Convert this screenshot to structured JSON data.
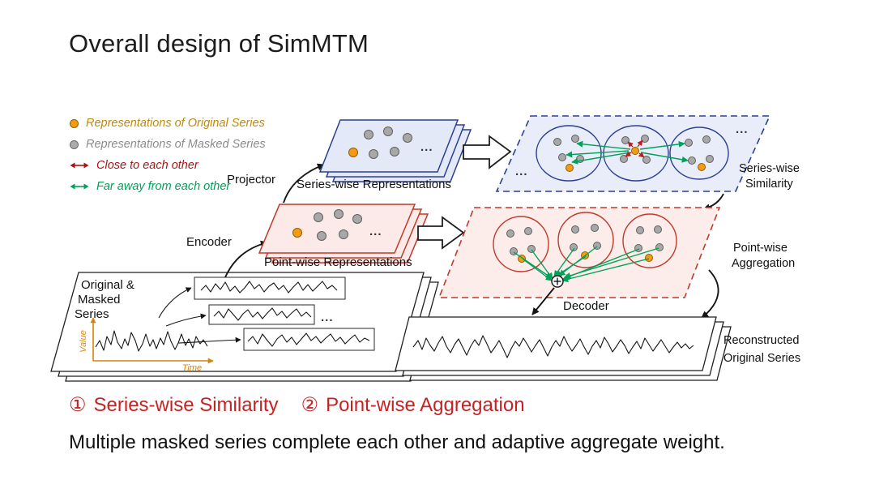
{
  "title": "Overall design of SimMTM",
  "legend": {
    "items": [
      {
        "icon": "orange-dot-icon",
        "label": "Representations of Original Series",
        "color": "#BD8A0B"
      },
      {
        "icon": "gray-dot-icon",
        "label": "Representations of Masked Series",
        "color": "#8C8C8C"
      },
      {
        "icon": "close-arrow-icon",
        "label": "Close to each other",
        "color": "#A81515"
      },
      {
        "icon": "far-arrow-icon",
        "label": "Far away from each other",
        "color": "#00A15A"
      }
    ]
  },
  "diagram": {
    "labels": {
      "projector": "Projector",
      "encoder": "Encoder",
      "series_wise_representations": "Series-wise Representations",
      "point_wise_representations": "Point-wise Representations",
      "original_line1": "Original &",
      "original_line2": "Masked",
      "original_line3": "Series",
      "value_axis": "Value",
      "time_axis": "Time",
      "similarity_line1": "Series-wise",
      "similarity_line2": "Similarity",
      "aggregation_line1": "Point-wise",
      "aggregation_line2": "Aggregation",
      "decoder": "Decoder",
      "reconstructed_line1": "Reconstructed",
      "reconstructed_line2": "Original Series",
      "ellipsis": "..."
    }
  },
  "footer": {
    "items": [
      {
        "number": "①",
        "label": "Series-wise Similarity"
      },
      {
        "number": "②",
        "label": "Point-wise Aggregation"
      }
    ],
    "caption": "Multiple masked series complete each other and adaptive aggregate weight."
  },
  "colors": {
    "ink": "#161616",
    "orange": "#F39C12",
    "green": "#00A15A",
    "red": "#B42121",
    "blue_stroke": "#2B3F90",
    "blue_fill": "#E4E9F7",
    "blue_panel_bg": "#E9EDF9",
    "red_stroke": "#C0392B",
    "red_fill": "#FBEAE7",
    "red_panel_bg": "#FCEDEA",
    "axis_orange": "#D4860B",
    "legend_orange": "#BD8A0B",
    "legend_gray": "#8C8C8C",
    "legend_red": "#A81515",
    "legend_green": "#00A15A",
    "footer_red": "#C42323"
  }
}
